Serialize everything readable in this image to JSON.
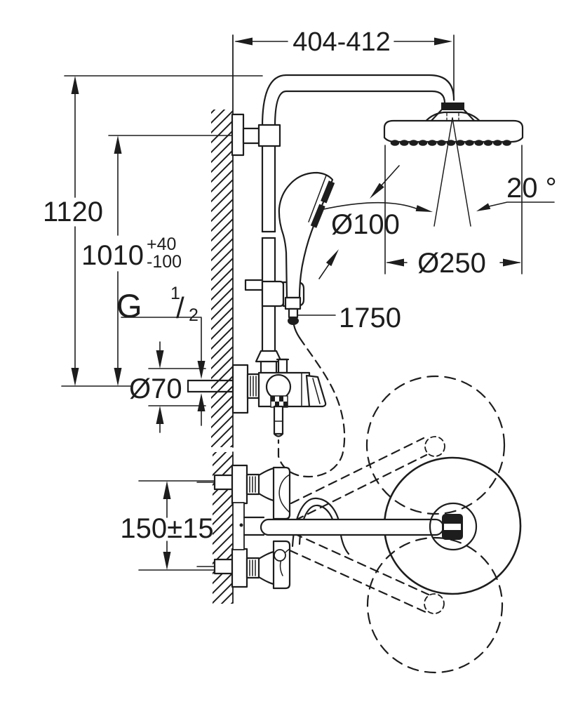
{
  "drawing": {
    "type": "technical-dimension-drawing",
    "subject": "shower-system-installation",
    "colors": {
      "line": "#1d1d1d",
      "background": "#ffffff"
    },
    "dimensions": {
      "arm_width": "404-412",
      "total_height": "1120",
      "bracket_height": "1010",
      "bracket_tol_plus": "+40",
      "bracket_tol_minus": "-100",
      "thread_letter": "G",
      "thread_numerator": "1",
      "thread_slash": "/",
      "thread_denominator": "2",
      "escutcheon_diameter": "Ø70",
      "hand_shower_diameter": "Ø100",
      "head_shower_diameter": "Ø250",
      "head_tilt_angle": "20 °",
      "hose_length": "1750",
      "union_spacing": "150±15"
    }
  }
}
